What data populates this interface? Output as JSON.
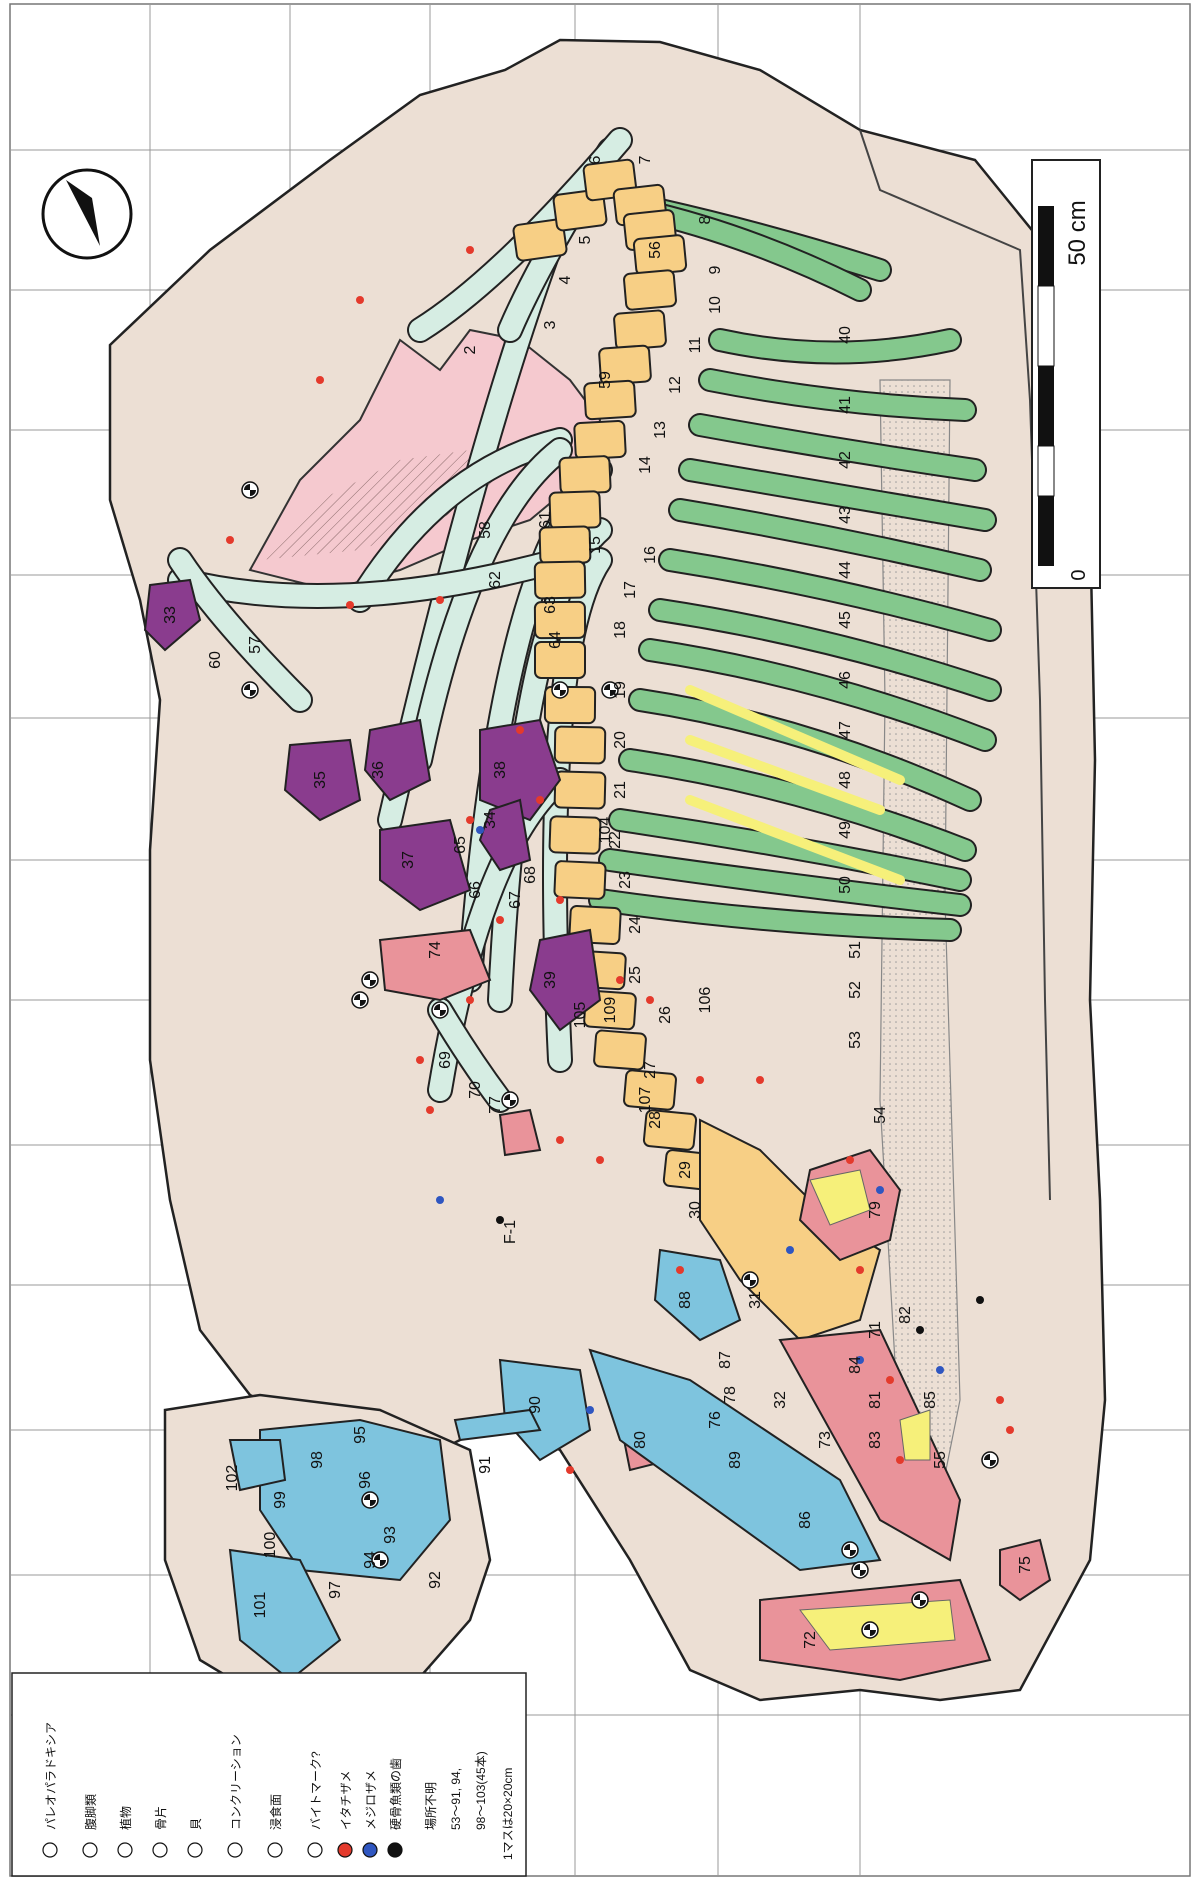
{
  "scale_bar": {
    "label": "50 cm",
    "zero": "0"
  },
  "grid_note": "1マスは20×20cm",
  "legend": {
    "items": [
      {
        "label": "パレオパラドキシア",
        "icon": "bone-outline-icon"
      },
      {
        "label": "腹脚類",
        "icon": "gastropod-icon"
      },
      {
        "label": "植物",
        "icon": "leaf-icon"
      },
      {
        "label": "骨片",
        "icon": "bone-fragment-icon"
      },
      {
        "label": "貝",
        "icon": "shell-icon"
      },
      {
        "label": "コンクリーション",
        "icon": "concretion-icon"
      },
      {
        "label": "浸食面",
        "icon": "erosion-hatch-icon"
      },
      {
        "label": "バイトマーク?",
        "icon": "bitemark-yellow-icon"
      },
      {
        "label": "イタチザメ",
        "icon": "red-dot-icon"
      },
      {
        "label": "メジロザメ",
        "icon": "blue-dot-icon"
      },
      {
        "label": "硬骨魚類の歯",
        "icon": "black-dot-icon"
      },
      {
        "label": "場所不明",
        "icon": "none"
      },
      {
        "label": "53～91, 94,",
        "icon": "none"
      },
      {
        "label": "98～103(45本)",
        "icon": "none"
      }
    ]
  },
  "colors": {
    "matrix": "#ecdfd4",
    "vertebra": "#f7cf85",
    "rib_green": "#84c88d",
    "bone_mint": "#d6ede3",
    "skull_pink": "#f5c9cf",
    "purple": "#8a3c8e",
    "salmon": "#e9939a",
    "blue": "#7ec4de",
    "yellow": "#f6f07a",
    "red_dot": "#e43a2c",
    "blue_dot": "#2f56c0"
  },
  "bone_labels": [
    "2",
    "3",
    "4",
    "5",
    "6",
    "7",
    "8",
    "9",
    "10",
    "11",
    "12",
    "13",
    "14",
    "15",
    "16",
    "17",
    "18",
    "19",
    "20",
    "21",
    "22",
    "23",
    "24",
    "25",
    "26",
    "27",
    "28",
    "29",
    "30",
    "31",
    "32",
    "33",
    "34",
    "35",
    "36",
    "37",
    "38",
    "39",
    "40",
    "41",
    "42",
    "43",
    "44",
    "45",
    "46",
    "47",
    "48",
    "49",
    "50",
    "51",
    "52",
    "53",
    "54",
    "55",
    "56",
    "57",
    "58",
    "59",
    "60",
    "61",
    "62",
    "63",
    "64",
    "65",
    "66",
    "67",
    "68",
    "69",
    "70",
    "71",
    "72",
    "73",
    "74",
    "75",
    "76",
    "77",
    "78",
    "79",
    "80",
    "81",
    "82",
    "83",
    "84",
    "85",
    "86",
    "87",
    "88",
    "89",
    "90",
    "91",
    "92",
    "93",
    "94",
    "95",
    "96",
    "97",
    "98",
    "99",
    "100",
    "101",
    "102",
    "104",
    "105",
    "106",
    "107",
    "109",
    "F-1"
  ]
}
